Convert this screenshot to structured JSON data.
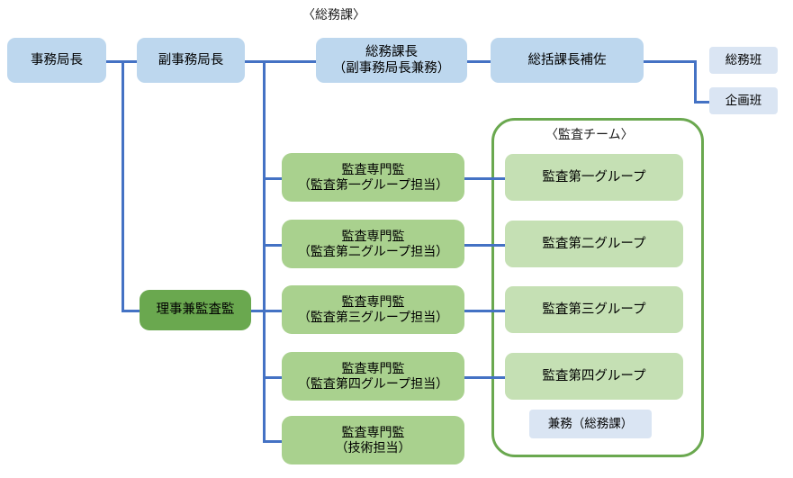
{
  "diagram": {
    "title_captions": [
      {
        "id": "soumu-ka",
        "text": "〈総務課〉"
      },
      {
        "id": "kansa-team",
        "text": "〈監査チーム〉"
      }
    ],
    "nodes": {
      "jimu_kyokucho": "事務局長",
      "fuku_jimu_kyokucho": "副事務局長",
      "soumu_kacho": "総務課長\n（副事務局長兼務）",
      "soukatsu_kacho_hosa": "総括課長補佐",
      "soumu_han": "総務班",
      "kikaku_han": "企画班",
      "riji_ken_kansakan": "理事兼監査監",
      "senmonkan_1": "監査専門監\n（監査第一グループ担当）",
      "senmonkan_2": "監査専門監\n（監査第二グループ担当）",
      "senmonkan_3": "監査専門監\n（監査第三グループ担当）",
      "senmonkan_4": "監査専門監\n（監査第四グループ担当）",
      "senmonkan_gijutsu": "監査専門監\n（技術担当）",
      "group_1": "監査第一グループ",
      "group_2": "監査第二グループ",
      "group_3": "監査第三グループ",
      "group_4": "監査第四グループ",
      "kenmu_soumuka": "兼務（総務課）"
    },
    "colors": {
      "box_blue": "#bdd7ee",
      "box_blue_small": "#dae5f3",
      "box_green_mid": "#a9d18e",
      "box_green_light": "#c5e0b4",
      "box_green_dark": "#6aa84f",
      "connector_blue": "#4472c4",
      "team_border_green": "#6aa84f"
    }
  }
}
